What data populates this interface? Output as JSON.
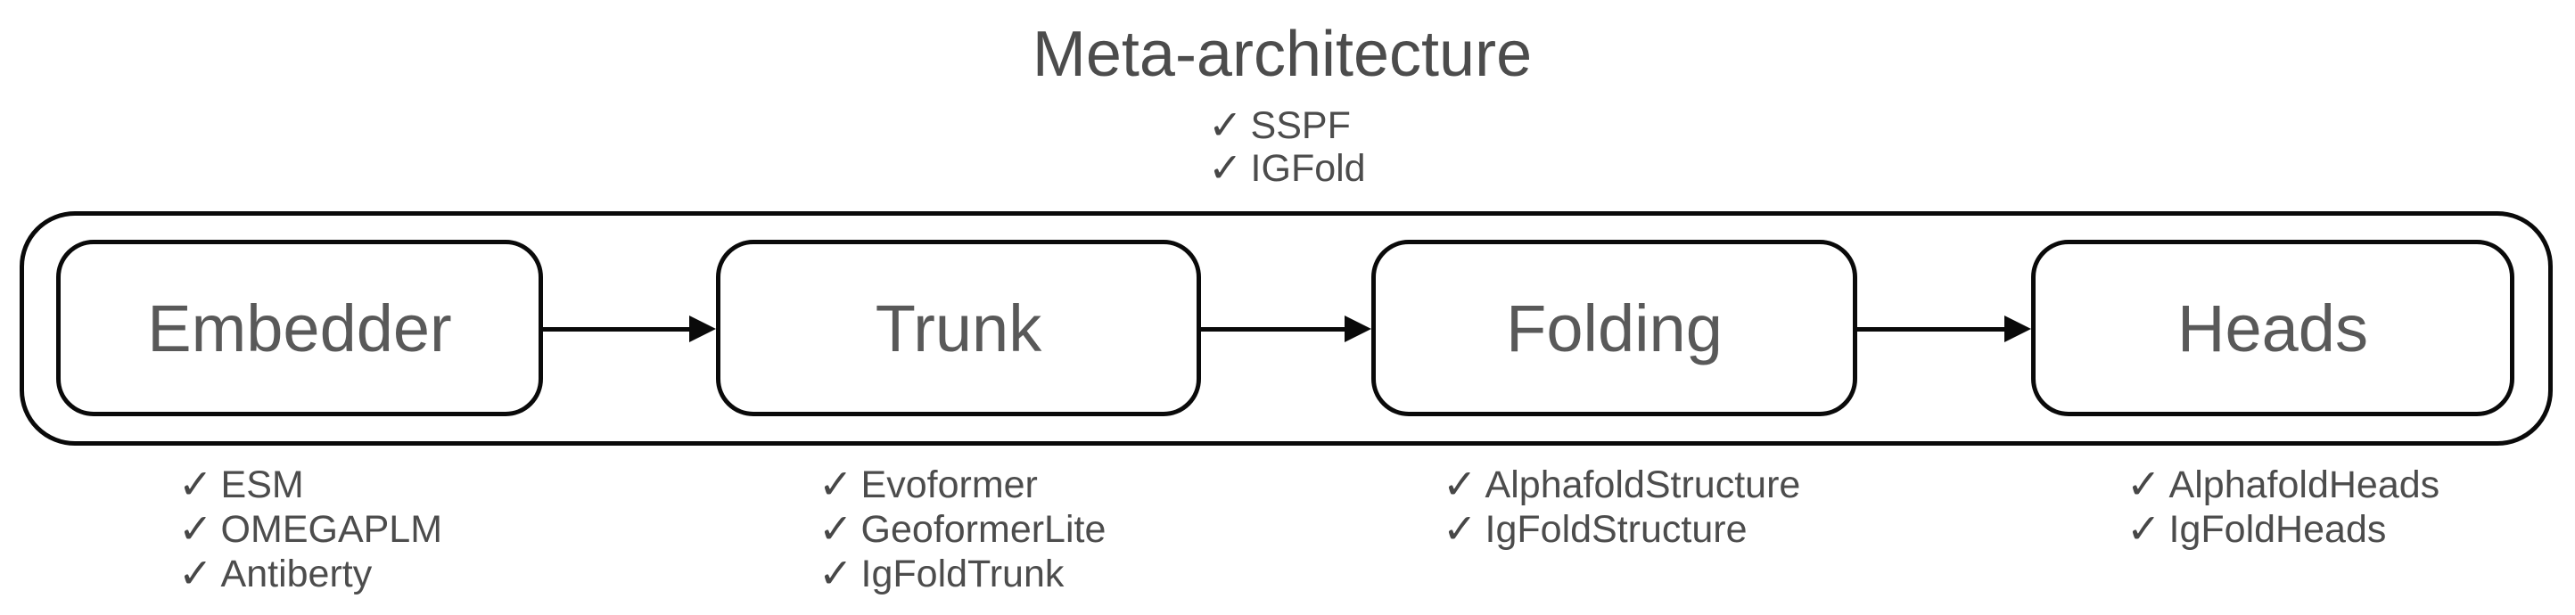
{
  "title": "Meta-architecture",
  "icons": {
    "checkmark": "✓"
  },
  "colors": {
    "background": "#ffffff",
    "line": "#0a0a0a",
    "title_text": "#4c4c4c",
    "stage_label_text": "#595959",
    "checklist_text": "#4c4c4c"
  },
  "meta_options": [
    "SSPF",
    "IGFold"
  ],
  "pipeline": {
    "stages": [
      {
        "label": "Embedder",
        "options": [
          "ESM",
          "OMEGAPLM",
          "Antiberty"
        ]
      },
      {
        "label": "Trunk",
        "options": [
          "Evoformer",
          "GeoformerLite",
          "IgFoldTrunk"
        ]
      },
      {
        "label": "Folding",
        "options": [
          "AlphafoldStructure",
          "IgFoldStructure"
        ]
      },
      {
        "label": "Heads",
        "options": [
          "AlphafoldHeads",
          "IgFoldHeads"
        ]
      }
    ]
  }
}
